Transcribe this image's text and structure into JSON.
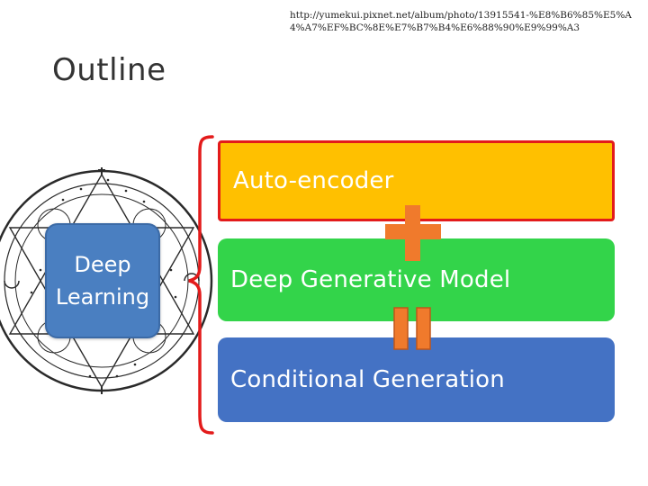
{
  "header": {
    "url_text": "http://yumekui.pixnet.net/album/photo/13915541-%E8%B6%85%E5%A4%A7%EF%BC%8E%E7%B7%B4%E6%88%90%E9%99%A3"
  },
  "slide": {
    "title": "Outline"
  },
  "left_panel": {
    "deep_learning_label_line1": "Deep",
    "deep_learning_label_line2": "Learning"
  },
  "outline_items": [
    {
      "label": "Auto-encoder",
      "color": "#ffc000",
      "highlight_border": "#e31b1b"
    },
    {
      "label": "Deep Generative Model",
      "color": "#33d44a"
    },
    {
      "label": "Conditional Generation",
      "color": "#4472c4"
    }
  ],
  "symbols": {
    "plus": "plus-icon",
    "equals": "equals-icon",
    "accent_orange": "#f07a2c",
    "bracket_red": "#e31b1b"
  }
}
